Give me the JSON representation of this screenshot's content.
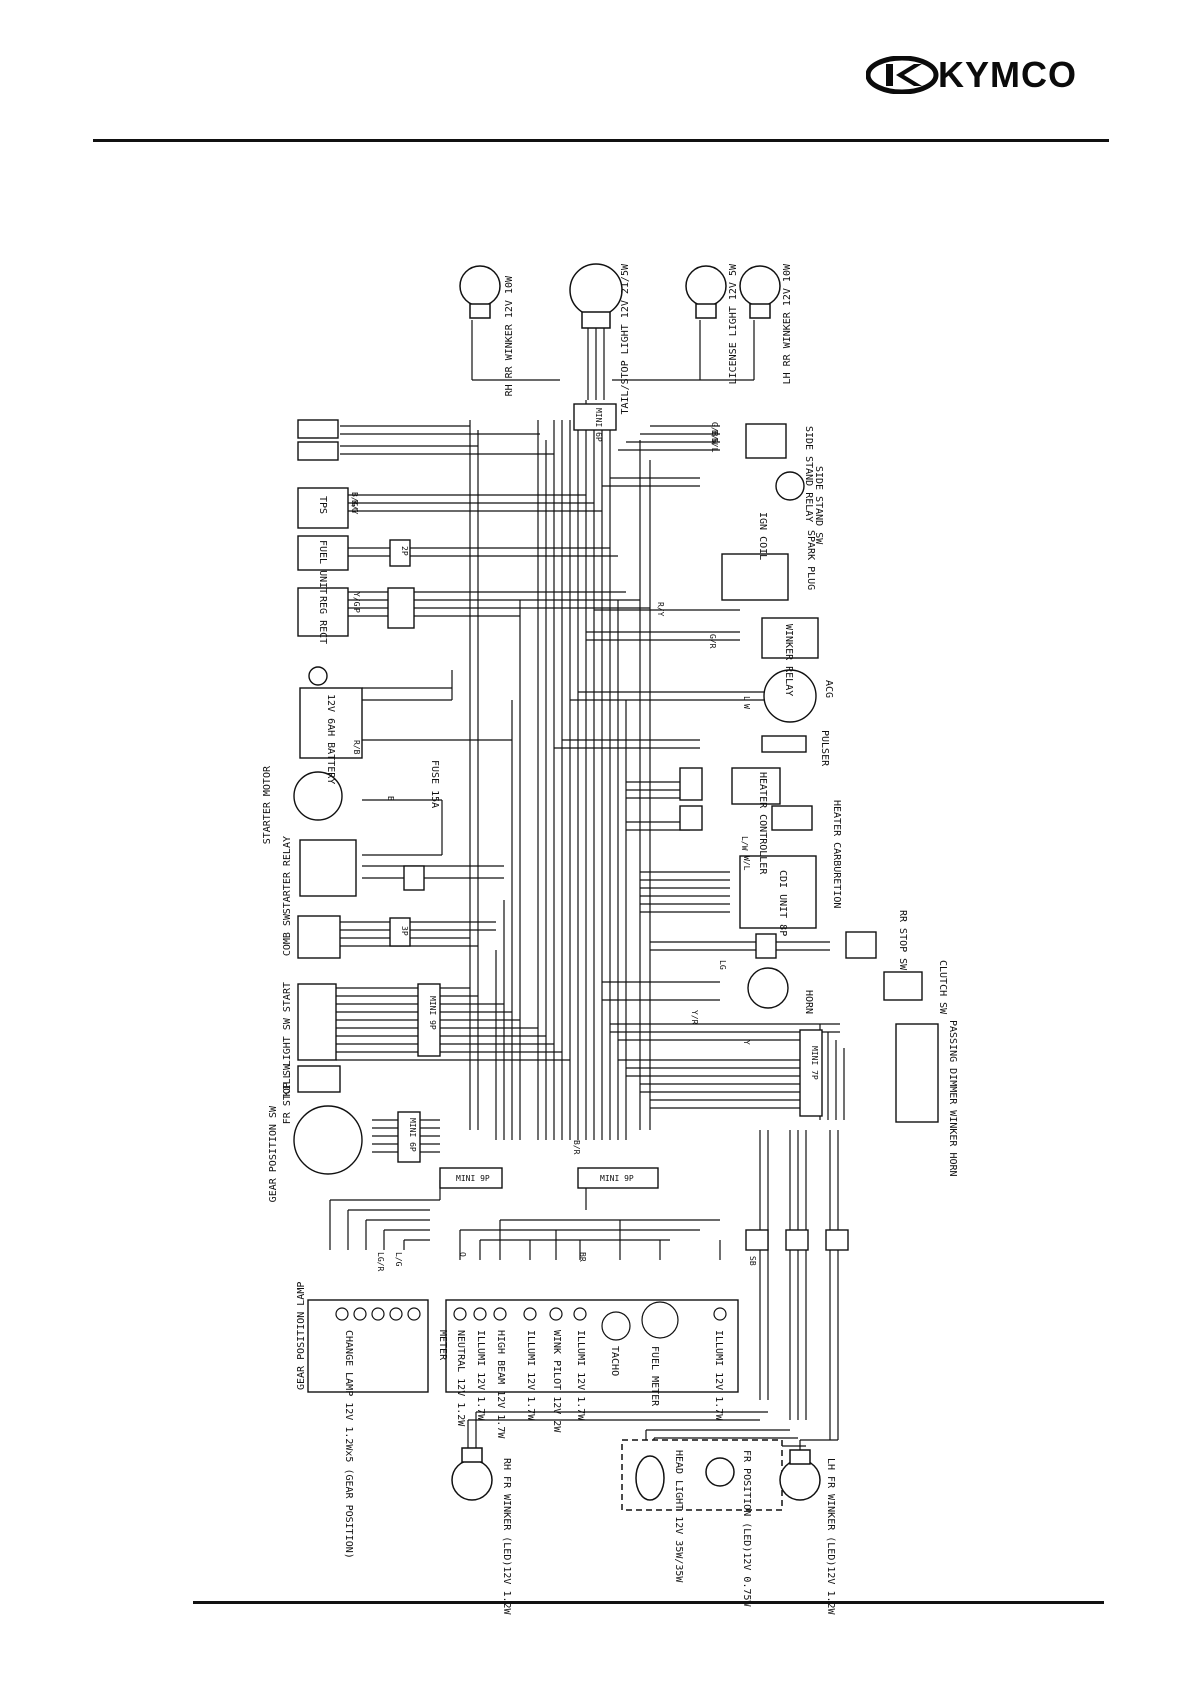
{
  "header": {
    "brand": "KYMCO"
  },
  "diagram": {
    "components": {
      "rh_rr_winker": "RH RR WINKER 12V 10W",
      "tail_stop_light": "TAIL/STOP LIGHT 12V 21/5W",
      "license_light": "LICENSE LIGHT 12V 5W",
      "lh_rr_winker": "LH RR WINKER 12V 10W",
      "side_stand_relay": "SIDE STAND RELAY",
      "side_stand_sw": "SIDE STAND SW",
      "tps": "TPS",
      "fuel_unit": "FUEL UNIT",
      "ign_coil": "IGN COIL",
      "spark_plug": "SPARK PLUG",
      "reg_rect": "REG RECT",
      "winker_relay": "WINKER RELAY",
      "battery": "12V 6AH BATTERY",
      "fuse": "FUSE 15A",
      "acg": "ACG",
      "pulser": "PULSER",
      "heater_controller": "HEATER CONTROLLER",
      "heater_carburetion": "HEATER CARBURETION",
      "starter_motor": "STARTER MOTOR",
      "starter_relay": "STARTER RELAY",
      "cdi_unit": "CDI UNIT 8P",
      "comb_sw": "COMB SW",
      "rr_stop_sw": "RR STOP SW",
      "horn": "HORN",
      "clutch_sw": "CLUTCH SW",
      "kill_light_start": "KILL LIGHT SW START",
      "fr_stop_sw": "FR STOP SW",
      "gear_position_sw": "GEAR POSITION SW",
      "passing_dimmer_winker": "PASSING DIMMER WINKER HORN",
      "gear_position_lamp": "GEAR POSITION LAMP",
      "change_lamp": "CHANGE LAMP 12V 1.2Wx5 (GEAR POSITION)",
      "meter": "METER",
      "neutral": "NEUTRAL 12V 1.2W",
      "illumi_1": "ILLUMI 12V 1.7W",
      "high_beam": "HIGH BEAM 12V 1.7W",
      "illumi_2": "ILLUMI 12V 1.7W",
      "wink_pilot": "WINK PILOT 12V 2W",
      "illumi_3": "ILLUMI 12V 1.7W",
      "tacho": "TACHO",
      "fuel_meter": "FUEL METER",
      "illumi_4": "ILLUMI 12V 1.7W",
      "rh_fr_winker": "RH FR WINKER (LED)12V 1.2W",
      "head_light": "HEAD LIGHT 12V 35W/35W",
      "fr_position": "FR POSITION (LED)12V 0.75W",
      "lh_fr_winker": "LH FR WINKER (LED)12V 1.2W"
    },
    "connectors": {
      "mini_6p_top": "MINI 6P",
      "mini_9p_left": "MINI 9P",
      "mini_6p_left": "MINI 6P",
      "mini_7p_right": "MINI 7P",
      "mini_9p_bottom_left": "MINI 9P",
      "mini_9p_bottom_mid": "MINI 9P",
      "p2": "2P",
      "p3": "3P"
    },
    "wire_codes": [
      "B/G",
      "B/Y",
      "G",
      "G/B",
      "B/W",
      "B/L",
      "LG/R",
      "L/G",
      "Y/G",
      "B/R",
      "R/B",
      "L/W",
      "W/L",
      "Y/R",
      "G/R",
      "R/Y",
      "O",
      "SB",
      "BR",
      "LG",
      "B",
      "L",
      "W",
      "Y",
      "P"
    ]
  }
}
